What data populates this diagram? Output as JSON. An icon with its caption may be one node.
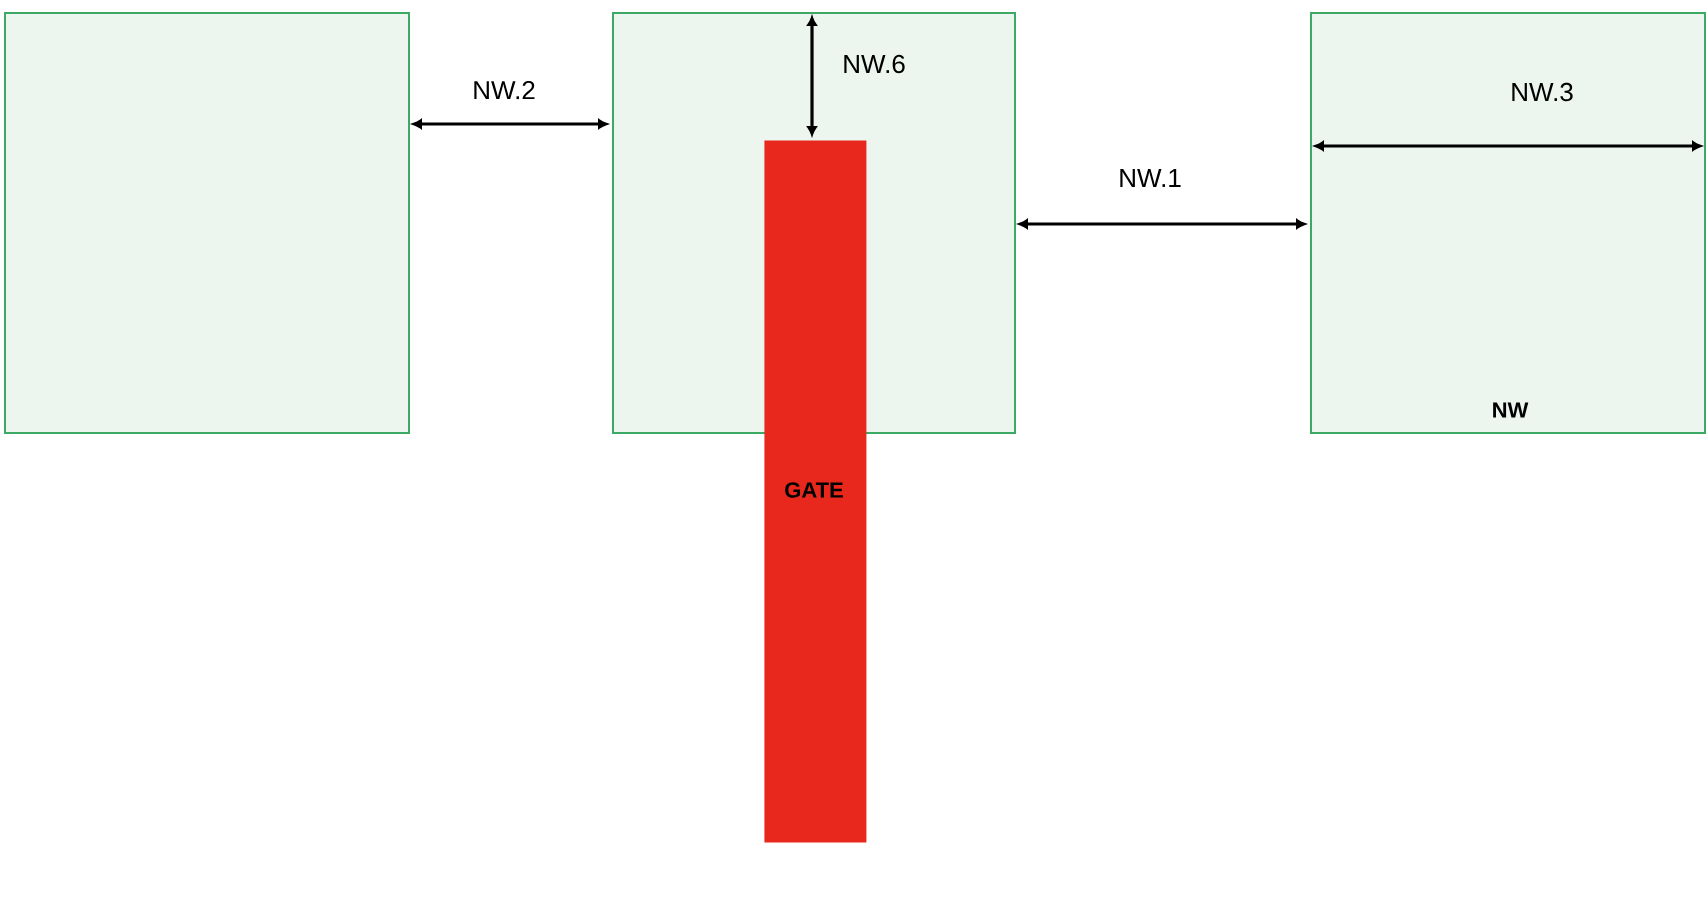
{
  "diagram": {
    "nodes": [
      {
        "text": [],
        "shape": "box"
      },
      {
        "text": [],
        "shape": "box"
      },
      {
        "text": [
          "NW"
        ]
      },
      {
        "text": [
          "GATE"
        ]
      }
    ],
    "labels": [
      "NW.2",
      "NW.6",
      "NW.1",
      "NW.3"
    ]
  }
}
